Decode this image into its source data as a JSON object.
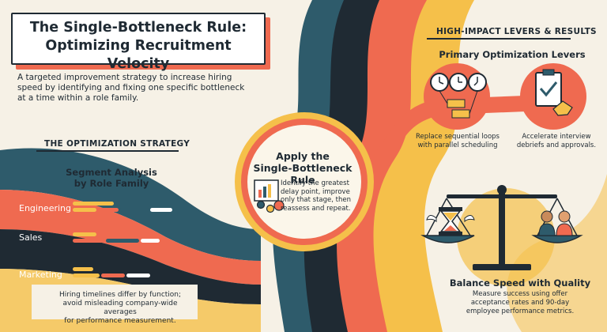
{
  "header": {
    "title_line1": "The Single-Bottleneck Rule:",
    "title_line2": "Optimizing Recruitment Velocity",
    "intro": "A targeted improvement strategy to increase hiring speed by identifying and fixing one specific bottleneck at a time within a role family."
  },
  "strategy": {
    "heading": "THE OPTIMIZATION STRATEGY",
    "segment_title_line1": "Segment Analysis",
    "segment_title_line2": "by Role Family",
    "roles": [
      "Engineering",
      "Sales",
      "Marketing"
    ],
    "note_line1": "Hiring timelines differ by function;",
    "note_line2": "avoid misleading company-wide averages",
    "note_line3": "for performance measurement."
  },
  "center": {
    "title_line1": "Apply the",
    "title_line2": "Single-Bottleneck Rule",
    "desc": "Identify the greatest delay point, improve only that stage, then reassess and repeat."
  },
  "levers": {
    "heading": "HIGH-IMPACT LEVERS & RESULTS",
    "subheading": "Primary Optimization Levers",
    "lever1_line1": "Replace sequential loops",
    "lever1_line2": "with parallel scheduling",
    "lever2_line1": "Accelerate interview",
    "lever2_line2": "debriefs and approvals."
  },
  "balance": {
    "title": "Balance Speed with Quality",
    "desc_line1": "Measure success using offer",
    "desc_line2": "acceptance rates and 90-day",
    "desc_line3": "employee performance metrics."
  },
  "colors": {
    "navy": "#1f2a33",
    "teal": "#2e5b6b",
    "coral": "#ef6a50",
    "yellow": "#f5c04a",
    "cream": "#f6f1e6"
  }
}
